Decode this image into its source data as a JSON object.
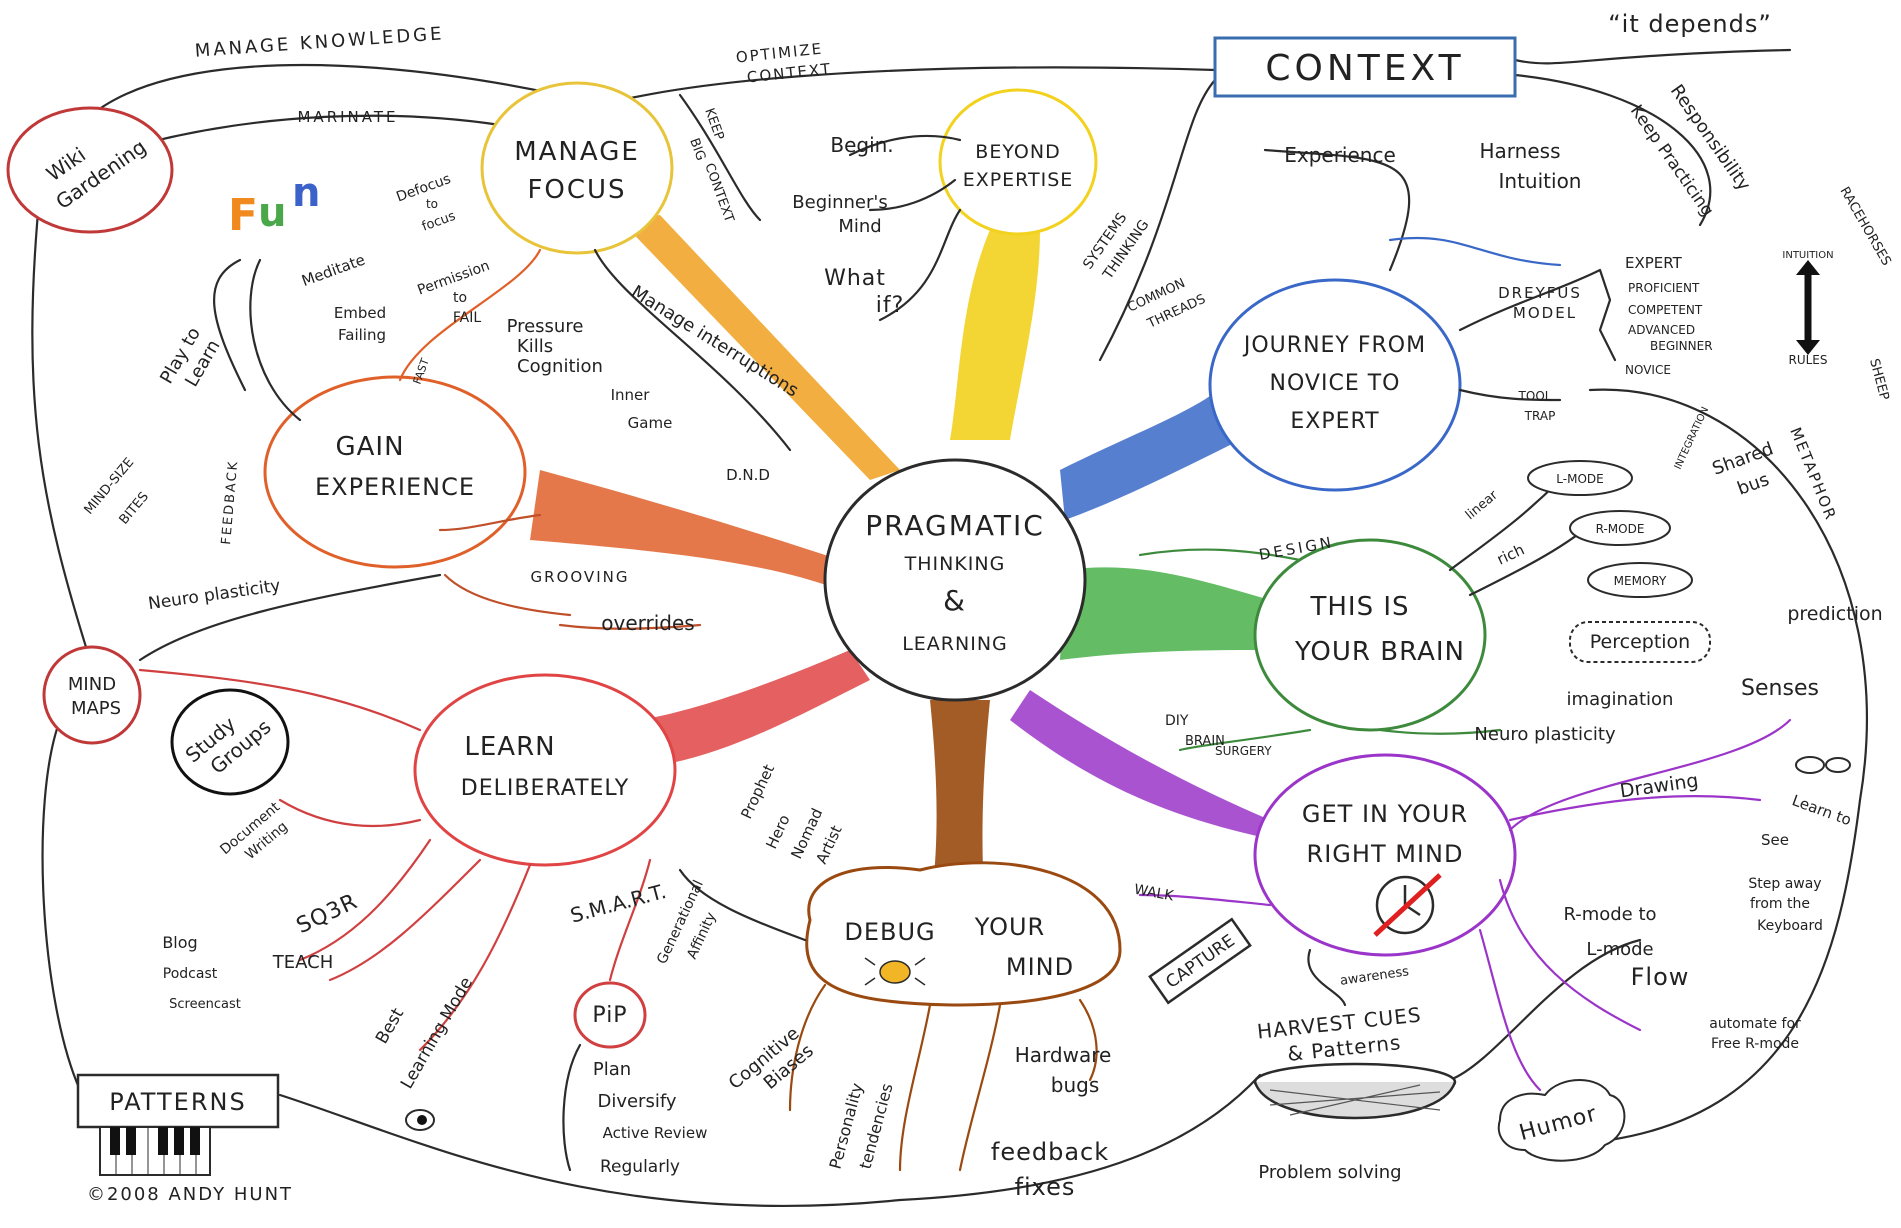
{
  "colors": {
    "center": "#2b2b2b",
    "beyond_expertise": "#f2d21e",
    "journey": "#3a68c8",
    "brain": "#49b24a",
    "right_mind": "#9b35c9",
    "debug": "#9a4a10",
    "learn": "#e04444",
    "gain": "#e0602a",
    "focus": "#f0a020",
    "context": "#3a6db0",
    "wiki": "#c03838",
    "mind_maps": "#c03838",
    "patterns": "#1a2a6a",
    "study_groups": "#111111",
    "pip": "#d04040",
    "fun_orange": "#f08a1e",
    "fun_green": "#4aa84a",
    "fun_blue": "#3a62c8"
  },
  "center": {
    "line1": "PRAGMATIC",
    "line2": "THINKING",
    "line3": "&",
    "line4": "LEARNING"
  },
  "nodes": {
    "context": "CONTEXT",
    "it_depends": "“it depends”",
    "manage_focus": [
      "MANAGE",
      "FOCUS"
    ],
    "beyond_expertise": [
      "BEYOND",
      "EXPERTISE"
    ],
    "journey": [
      "JOURNEY FROM",
      "NOVICE TO",
      "EXPERT"
    ],
    "brain": [
      "THIS IS",
      "YOUR BRAIN"
    ],
    "right_mind": [
      "GET IN YOUR",
      "RIGHT MIND"
    ],
    "debug": [
      "DEBUG",
      "YOUR",
      "MIND"
    ],
    "learn": [
      "LEARN",
      "DELIBERATELY"
    ],
    "gain": [
      "GAIN",
      "EXPERIENCE"
    ],
    "wiki": [
      "Wiki",
      "Gardening"
    ],
    "mind_maps": [
      "MIND",
      "MAPS"
    ],
    "patterns": "PATTERNS",
    "study_groups": [
      "Study",
      "Groups"
    ],
    "pip": "PiP",
    "harvest": [
      "HARVEST CUES",
      "& Patterns"
    ],
    "humor": "Humor",
    "capture": "CAPTURE",
    "fun": "Fun"
  },
  "labels": {
    "manage_knowledge": "MANAGE KNOWLEDGE",
    "optimize_context": [
      "OPTIMIZE",
      "CONTEXT"
    ],
    "keep_big_context": [
      "KEEP",
      "BIG",
      "CONTEXT"
    ],
    "marinate": "MARINATE",
    "begin": "Begin.",
    "beginners_mind": [
      "Beginner's",
      "Mind"
    ],
    "what_if": [
      "What",
      "if?"
    ],
    "systems_thinking": [
      "SYSTEMS",
      "THINKING"
    ],
    "common_threads": [
      "COMMON",
      "THREADS"
    ],
    "experience": "Experience",
    "harness_intuition": [
      "Harness",
      "Intuition"
    ],
    "responsibility": "Responsibility",
    "keep_practicing": "Keep Practicing",
    "dreyfus_model": [
      "DREYFUS",
      "MODEL"
    ],
    "dreyfus_levels": [
      "EXPERT",
      "PROFICIENT",
      "COMPETENT",
      "ADVANCED",
      "BEGINNER",
      "NOVICE"
    ],
    "intuition": "INTUITION",
    "rules": "RULES",
    "racehorses": "RACEHORSES",
    "sheep": "SHEEP",
    "tool_trap": [
      "TOOL",
      "TRAP"
    ],
    "metaphor": "METAPHOR",
    "integration": "INTEGRATION",
    "shared_bus": [
      "Shared",
      "bus"
    ],
    "l_mode": "L-MODE",
    "r_mode": "R-MODE",
    "memory": "MEMORY",
    "linear": "linear",
    "rich": "rich",
    "design": "DESIGN",
    "perception": "Perception",
    "prediction": "prediction",
    "imagination": "imagination",
    "senses": "Senses",
    "diy": "DIY",
    "brain_surgery": [
      "BRAIN",
      "SURGERY"
    ],
    "neuro_plasticity_right": "Neuro plasticity",
    "drawing": "Drawing",
    "learn_to_see": [
      "Learn to",
      "See"
    ],
    "step_away": [
      "Step away",
      "from the",
      "Keyboard"
    ],
    "r_to_l_flow": [
      "R-mode to",
      "L-mode",
      "Flow"
    ],
    "automate": [
      "automate for",
      "Free R-mode"
    ],
    "walk": "WALK",
    "awareness": "awareness",
    "problem_solving": "Problem solving",
    "hardware_bugs": [
      "Hardware",
      "bugs"
    ],
    "feedback_fixes": [
      "feedback",
      "fixes"
    ],
    "personality": [
      "Personality",
      "tendencies"
    ],
    "cognitive_biases": [
      "Cognitive",
      "Biases"
    ],
    "generational": [
      "Generational",
      "Affinity"
    ],
    "archetypes": [
      "Prophet",
      "Hero",
      "Nomad",
      "Artist"
    ],
    "smart": "S.M.A.R.T.",
    "pip_items": [
      "Plan",
      "Diversify",
      "Active Review",
      "Regularly"
    ],
    "best_learning_mode": [
      "Best",
      "Learning Mode"
    ],
    "sq3r": "SQ3R",
    "document_writing": [
      "Document",
      "Writing"
    ],
    "teach": "TEACH",
    "blog": "Blog",
    "podcast": "Podcast",
    "screencast": "Screencast",
    "grooving": "GROOVING",
    "overrides": "overrides",
    "neuro_plasticity_left": "Neuro plasticity",
    "inner_game": [
      "Inner",
      "Game"
    ],
    "dnd": "D.N.D",
    "manage_interruptions": "Manage interruptions",
    "pressure_kills": [
      "Pressure",
      "Kills",
      "Cognition"
    ],
    "permission_to_fail": [
      "Permission",
      "to",
      "FAIL"
    ],
    "embed_failing": [
      "Embed",
      "Failing"
    ],
    "fast": "FAST",
    "meditate": "Meditate",
    "defocus": [
      "Defocus",
      "to",
      "focus"
    ],
    "play_to_learn": [
      "Play to",
      "Learn"
    ],
    "mind_size_bites": [
      "MIND-SIZE",
      "BITES"
    ],
    "feedback": "FEEDBACK",
    "copyright": "©2008 ANDY HUNT"
  }
}
